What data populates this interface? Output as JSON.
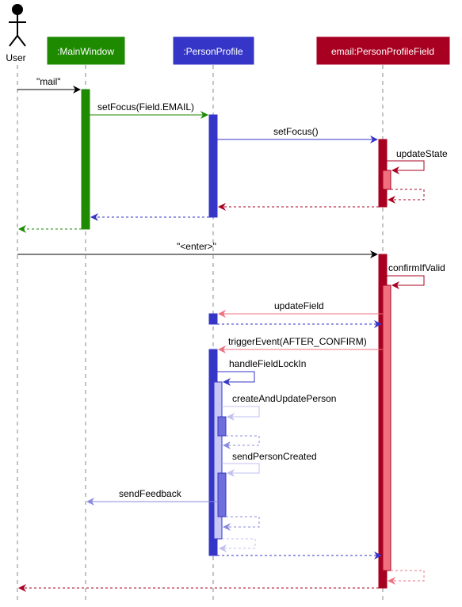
{
  "participants": {
    "user": {
      "label": "User"
    },
    "mainwindow": {
      "label": ":MainWindow"
    },
    "personprofile": {
      "label": ":PersonProfile"
    },
    "field": {
      "label": "email:PersonProfileField"
    }
  },
  "messages": {
    "m_mail": {
      "label": "\"mail\""
    },
    "m_setfocus_email": {
      "label": "setFocus(Field.EMAIL)"
    },
    "m_setfocus": {
      "label": "setFocus()"
    },
    "m_updatestate": {
      "label": "updateState"
    },
    "m_enter": {
      "label": "\"<enter>\""
    },
    "m_confirmifvalid": {
      "label": "confirmIfValid"
    },
    "m_updatefield": {
      "label": "updateField"
    },
    "m_triggerevent": {
      "label": "triggerEvent(AFTER_CONFIRM)"
    },
    "m_handlefieldlockin": {
      "label": "handleFieldLockIn"
    },
    "m_createandupdateperson": {
      "label": "createAndUpdatePerson"
    },
    "m_sendpersoncreated": {
      "label": "sendPersonCreated"
    },
    "m_sendfeedback": {
      "label": "sendFeedback"
    }
  },
  "colors": {
    "mainwindow": "#1e8a00",
    "personprofile": "#3535c8",
    "personprofile_light": "#c8c8f5",
    "personprofile_mid": "#6e6edc",
    "field": "#a80020",
    "field_light": "#f07080",
    "lifeline": "#888888",
    "black": "#000000"
  }
}
